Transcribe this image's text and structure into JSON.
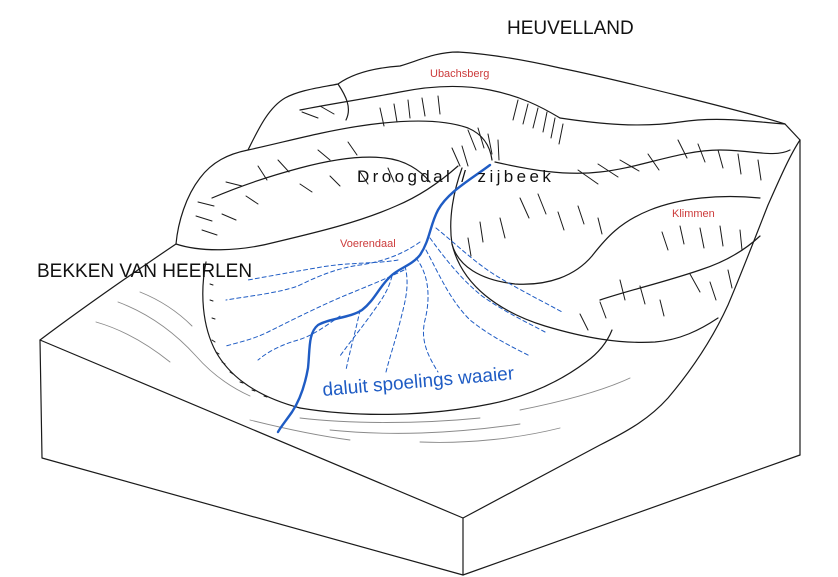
{
  "diagram": {
    "labels": {
      "heuvelland": "HEUVELLAND",
      "ubachsberg": "Ubachsberg",
      "droogdal": "Droogdal / zijbeek",
      "klimmen": "Klimmen",
      "voerendaal": "Voerendaal",
      "bekken": "BEKKEN VAN HEERLEN",
      "waaier": "daluit spoelings waaier"
    }
  },
  "colors": {
    "background": "#ffffff",
    "line": "#1a1a1a",
    "faint_line": "#8a8a8a",
    "stream": "#1f5cc4",
    "place_names": "#cc3b3b"
  }
}
